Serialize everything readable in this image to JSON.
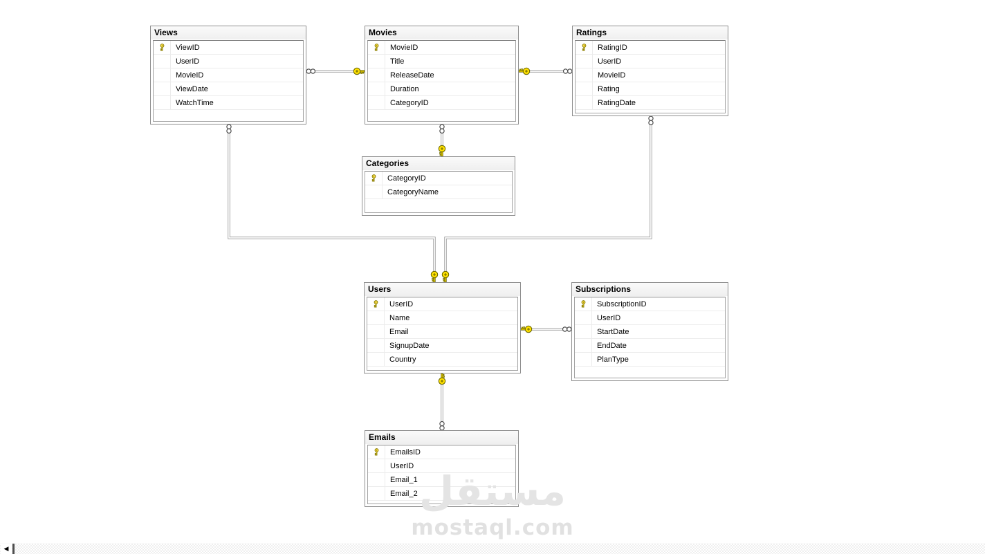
{
  "diagram": {
    "tables": [
      {
        "name": "Views",
        "pk": "ViewID",
        "fields": [
          "ViewID",
          "UserID",
          "MovieID",
          "ViewDate",
          "WatchTime"
        ]
      },
      {
        "name": "Movies",
        "pk": "MovieID",
        "fields": [
          "MovieID",
          "Title",
          "ReleaseDate",
          "Duration",
          "CategoryID"
        ]
      },
      {
        "name": "Ratings",
        "pk": "RatingID",
        "fields": [
          "RatingID",
          "UserID",
          "MovieID",
          "Rating",
          "RatingDate"
        ]
      },
      {
        "name": "Categories",
        "pk": "CategoryID",
        "fields": [
          "CategoryID",
          "CategoryName"
        ]
      },
      {
        "name": "Users",
        "pk": "UserID",
        "fields": [
          "UserID",
          "Name",
          "Email",
          "SignupDate",
          "Country"
        ]
      },
      {
        "name": "Subscriptions",
        "pk": "SubscriptionID",
        "fields": [
          "SubscriptionID",
          "UserID",
          "StartDate",
          "EndDate",
          "PlanType"
        ]
      },
      {
        "name": "Emails",
        "pk": "EmailsID",
        "fields": [
          "EmailsID",
          "UserID",
          "Email_1",
          "Email_2"
        ]
      }
    ],
    "relationships": [
      {
        "one": "Movies",
        "many": "Views"
      },
      {
        "one": "Movies",
        "many": "Ratings"
      },
      {
        "one": "Categories",
        "many": "Movies"
      },
      {
        "one": "Users",
        "many": "Views"
      },
      {
        "one": "Users",
        "many": "Ratings"
      },
      {
        "one": "Users",
        "many": "Subscriptions"
      },
      {
        "one": "Users",
        "many": "Emails"
      }
    ],
    "icons": {
      "primary_key": "key-icon",
      "one_end": "key-icon",
      "many_end": "infinity-icon"
    }
  },
  "colors": {
    "key_yellow": "#ffe000",
    "connector_gray": "#9a9a9a",
    "watermark_gray": "#e3e3e3",
    "table_border": "#8e8e8e"
  },
  "watermark": {
    "logo_text": "مستقل",
    "site_text": "mostaql.com"
  },
  "scrollbar": {
    "left_arrow": "◀"
  }
}
